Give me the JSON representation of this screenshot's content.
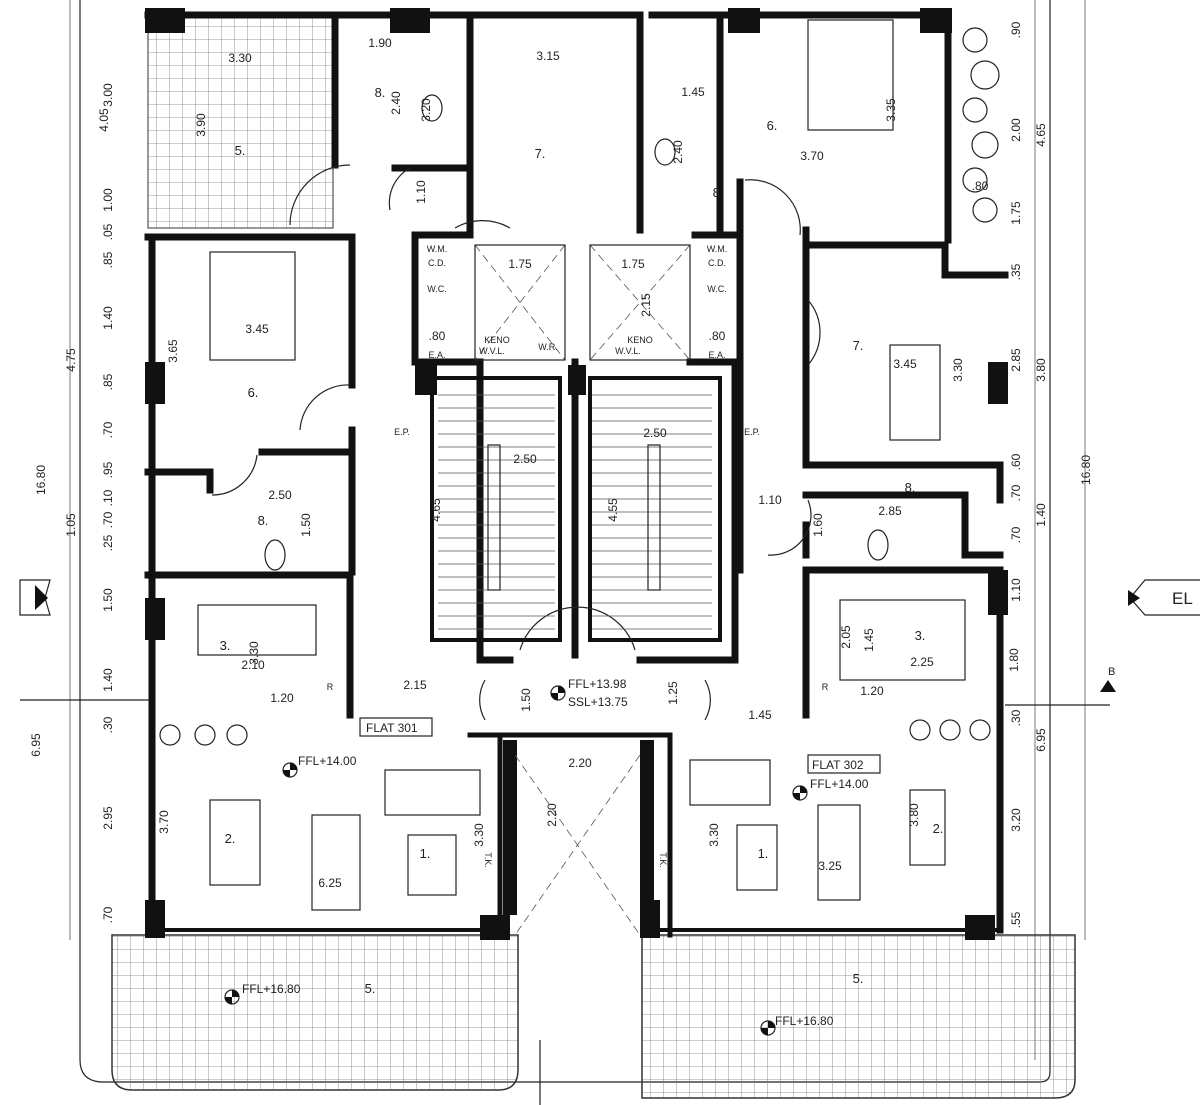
{
  "title": "Third floor plan",
  "flats": {
    "left": "FLAT 301",
    "right": "FLAT 302"
  },
  "levels": {
    "flat_301": "FFL+14.00",
    "flat_302": "FFL+14.00",
    "landing_ffl": "FFL+13.98",
    "landing_ssl": "SSL+13.75",
    "terrace_left": "FFL+16.80",
    "terrace_right": "FFL+16.80"
  },
  "rooms": [
    "5.",
    "8.",
    "7.",
    "6.",
    "8.",
    "3.",
    "2.",
    "1.",
    "5.",
    "6.",
    "8.",
    "7.",
    "8.",
    "3.",
    "2.",
    "1.",
    "5."
  ],
  "service_labels": [
    "W.M.",
    "C.D.",
    "W.C.",
    "E.A.",
    "W.M.",
    "C.D.",
    "W.C.",
    "E.A.",
    "KENO",
    "KENO",
    "E.P.",
    "E.P.",
    "R",
    "R",
    "T.K.",
    "T.K.",
    "W.R.",
    "W.V.L.",
    "W.V.L."
  ],
  "section_markers": {
    "section_b": "B",
    "elevation": "EL"
  },
  "dimensions": [
    "4.05",
    "4.75",
    "16.80",
    "1.05",
    "6.95",
    "3.00",
    "1.00",
    ".05",
    ".85",
    "1.40",
    ".85",
    ".70",
    ".95",
    ".10",
    ".70",
    ".25",
    "1.50",
    "1.40",
    ".30",
    "2.95",
    ".70",
    "3.30",
    "3.90",
    "1.90",
    "2.40",
    "3.15",
    "3.20",
    "1.10",
    "1.75",
    "1.75",
    "2.15",
    "3.45",
    "3.65",
    "2.50",
    "1.50",
    ".80",
    ".80",
    "2.50",
    "4.65",
    "2.50",
    "4.55",
    "1.10",
    "1.45",
    "2.40",
    "3.70",
    "3.35",
    "3.45",
    "3.30",
    "1.60",
    "2.85",
    "2.05",
    "1.45",
    "2.25",
    "1.20",
    "1.80",
    "3.30",
    "2.10",
    "1.20",
    "2.15",
    "1.50",
    "1.25",
    "1.45",
    "2.20",
    "2.20",
    "3.30",
    "3.70",
    "6.25",
    "3.30",
    "3.25",
    "3.80",
    "3.20",
    ".90",
    "2.00",
    "4.65",
    "1.75",
    ".35",
    "2.85",
    "3.80",
    ".60",
    "16.80",
    ".70",
    "1.40",
    ".70",
    "1.10",
    ".30",
    "6.95",
    ".55",
    ".80"
  ]
}
